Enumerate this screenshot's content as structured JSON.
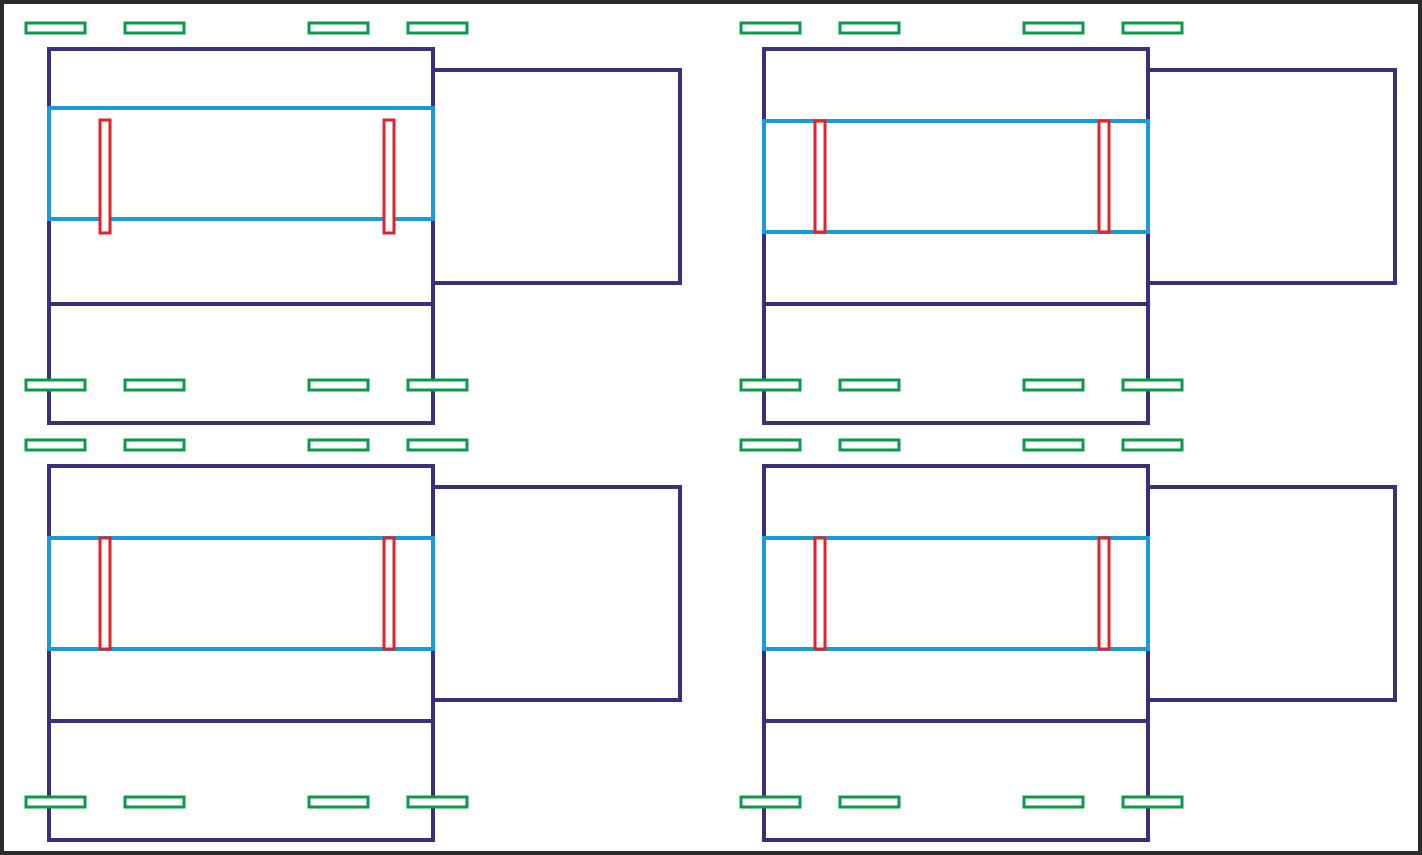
{
  "colors": {
    "frame": "#2b2b2b",
    "outline": "#3a2f7a",
    "band": "#1a9ad6",
    "slot": "#e3232b",
    "tab": "#0b9a48",
    "tab_inner": "#ffffff"
  },
  "layouts": [
    {
      "name": "top-left",
      "slot_variant": "extended"
    },
    {
      "name": "top-right",
      "slot_variant": "flush"
    },
    {
      "name": "bottom-left",
      "slot_variant": "flush"
    },
    {
      "name": "bottom-right",
      "slot_variant": "flush"
    }
  ]
}
